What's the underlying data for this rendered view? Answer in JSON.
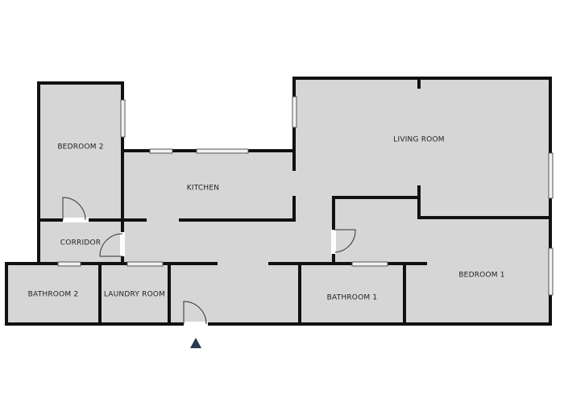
{
  "floor_plan": {
    "rooms": {
      "bedroom2": "BEDROOM 2",
      "kitchen": "KITCHEN",
      "living_room": "LIVING ROOM",
      "corridor": "CORRIDOR",
      "bathroom2": "BATHROOM 2",
      "laundry_room": "LAUNDRY ROOM",
      "bathroom1": "BATHROOM 1",
      "bedroom1": "BEDROOM 1"
    },
    "entrance_marker": "entrance-arrow",
    "colors": {
      "floor": "#d6d6d6",
      "wall": "#111111",
      "window": "#f2f2f2",
      "background": "#ffffff"
    }
  }
}
